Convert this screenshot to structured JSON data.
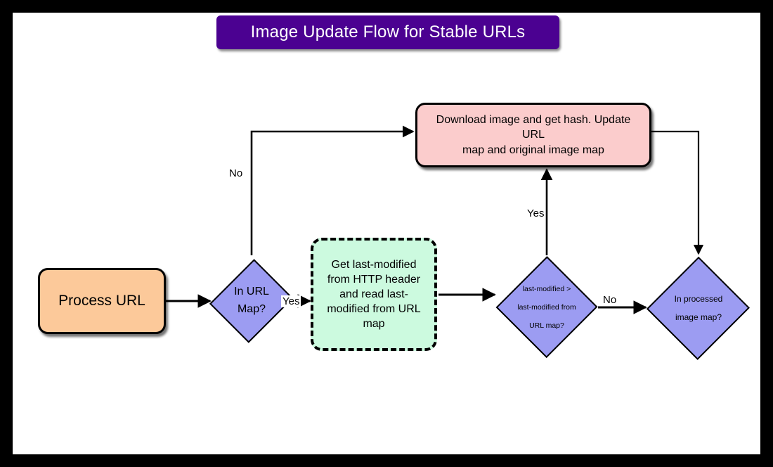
{
  "page": {
    "background_color": "#000000",
    "canvas_color": "#ffffff"
  },
  "title": {
    "text": "Image Update Flow for Stable URLs",
    "background_color": "#4b0191",
    "text_color": "#ffffff"
  },
  "chart_data": {
    "type": "diagram",
    "title": "Image Update Flow for Stable URLs",
    "nodes": [
      {
        "id": "process-url",
        "label": "Process URL",
        "shape": "rounded-rectangle",
        "fill": "#fcc99a"
      },
      {
        "id": "in-url-map",
        "label": "In URL Map?",
        "label_lines": [
          "In URL",
          "Map?"
        ],
        "shape": "diamond",
        "fill": "#9c9cf2"
      },
      {
        "id": "get-lastmod",
        "label": "Get last-modified from HTTP header and read last-modified from URL map",
        "label_lines": [
          "Get last-modified",
          "from HTTP header",
          "and read last-",
          "modified from URL",
          "map"
        ],
        "shape": "rounded-rectangle-dashed",
        "fill": "#ccfadf"
      },
      {
        "id": "lastmod-compare",
        "label": "last-modified > last-modified from URL map?",
        "label_lines": [
          "last-modified >",
          "last-modified from",
          "URL map?"
        ],
        "shape": "diamond",
        "fill": "#9c9cf2"
      },
      {
        "id": "download-update",
        "label": "Download image and get hash. Update URL map and original image map",
        "label_lines": [
          "Download image and get hash. Update URL",
          "map and original image map"
        ],
        "shape": "rounded-rectangle",
        "fill": "#fbcccc"
      },
      {
        "id": "in-processed-map",
        "label": "In processed image map?",
        "label_lines": [
          "In processed",
          "image map?"
        ],
        "shape": "diamond",
        "fill": "#9c9cf2"
      }
    ],
    "edges": [
      {
        "from": "process-url",
        "to": "in-url-map",
        "label": ""
      },
      {
        "from": "in-url-map",
        "to": "get-lastmod",
        "label": "Yes"
      },
      {
        "from": "in-url-map",
        "to": "download-update",
        "label": "No"
      },
      {
        "from": "get-lastmod",
        "to": "lastmod-compare",
        "label": ""
      },
      {
        "from": "lastmod-compare",
        "to": "download-update",
        "label": "Yes"
      },
      {
        "from": "lastmod-compare",
        "to": "in-processed-map",
        "label": "No"
      },
      {
        "from": "download-update",
        "to": "in-processed-map",
        "label": ""
      }
    ]
  },
  "labels": {
    "no_left": "No",
    "yes_in_url": "Yes",
    "yes_up": "Yes",
    "no_right": "No"
  }
}
